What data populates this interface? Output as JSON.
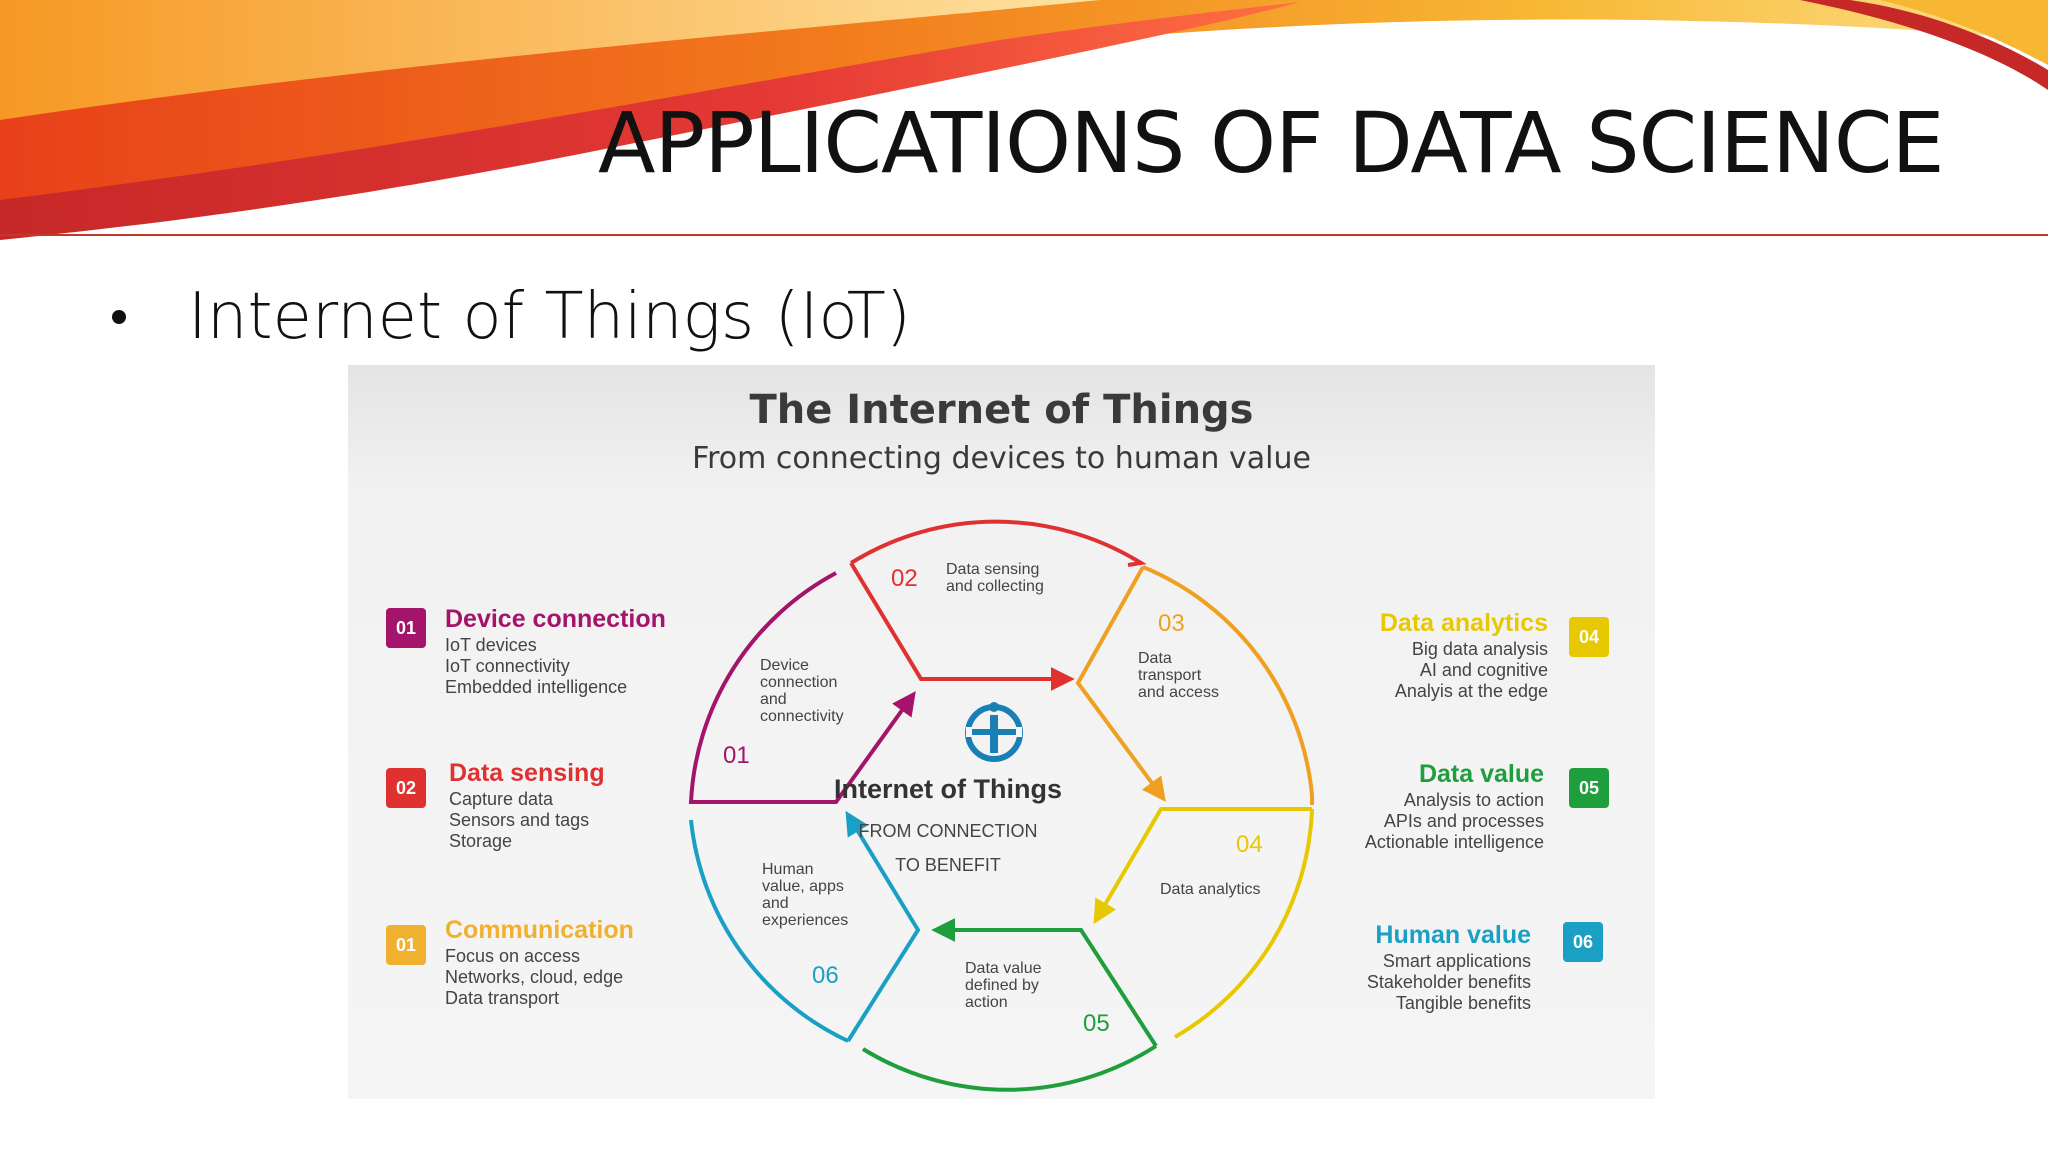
{
  "slide": {
    "title": "APPLICATIONS OF DATA SCIENCE",
    "bullet": "Internet of Things (IoT)"
  },
  "figure": {
    "title": "The Internet of Things",
    "subtitle": "From connecting devices to human value",
    "center": {
      "title": "Internet of Things",
      "line1": "FROM CONNECTION",
      "line2": "TO BENEFIT"
    },
    "left_items": [
      {
        "badge": "01",
        "title": "Device connection",
        "color": "#a3146a",
        "lines": [
          "IoT devices",
          "IoT connectivity",
          "Embedded intelligence"
        ]
      },
      {
        "badge": "02",
        "title": "Data sensing",
        "color": "#e03131",
        "lines": [
          "Capture data",
          "Sensors and tags",
          "Storage"
        ]
      },
      {
        "badge": "01",
        "title": "Communication",
        "color": "#f0b030",
        "lines": [
          "Focus on access",
          "Networks, cloud, edge",
          "Data transport"
        ]
      }
    ],
    "right_items": [
      {
        "badge": "04",
        "title": "Data analytics",
        "color": "#e8c800",
        "lines": [
          "Big data analysis",
          "AI and cognitive",
          "Analyis at the edge"
        ]
      },
      {
        "badge": "05",
        "title": "Data value",
        "color": "#1f9e3e",
        "lines": [
          "Analysis to action",
          "APIs and processes",
          "Actionable intelligence"
        ]
      },
      {
        "badge": "06",
        "title": "Human value",
        "color": "#1aa0c4",
        "lines": [
          "Smart applications",
          "Stakeholder benefits",
          "Tangible benefits"
        ]
      }
    ],
    "wheel": [
      {
        "num": "01",
        "color": "#a3146a",
        "lines": [
          "Device",
          "connection",
          "and",
          "connectivity"
        ]
      },
      {
        "num": "02",
        "color": "#e03131",
        "lines": [
          "Data sensing",
          "and collecting"
        ]
      },
      {
        "num": "03",
        "color": "#f0a020",
        "lines": [
          "Data",
          "transport",
          "and access"
        ]
      },
      {
        "num": "04",
        "color": "#e8c800",
        "lines": [
          "Data analytics"
        ]
      },
      {
        "num": "05",
        "color": "#1f9e3e",
        "lines": [
          "Data value",
          "defined by",
          "action"
        ]
      },
      {
        "num": "06",
        "color": "#1aa0c4",
        "lines": [
          "Human",
          "value, apps",
          "and",
          "experiences"
        ]
      }
    ],
    "logo_color": "#1a7fb5"
  }
}
